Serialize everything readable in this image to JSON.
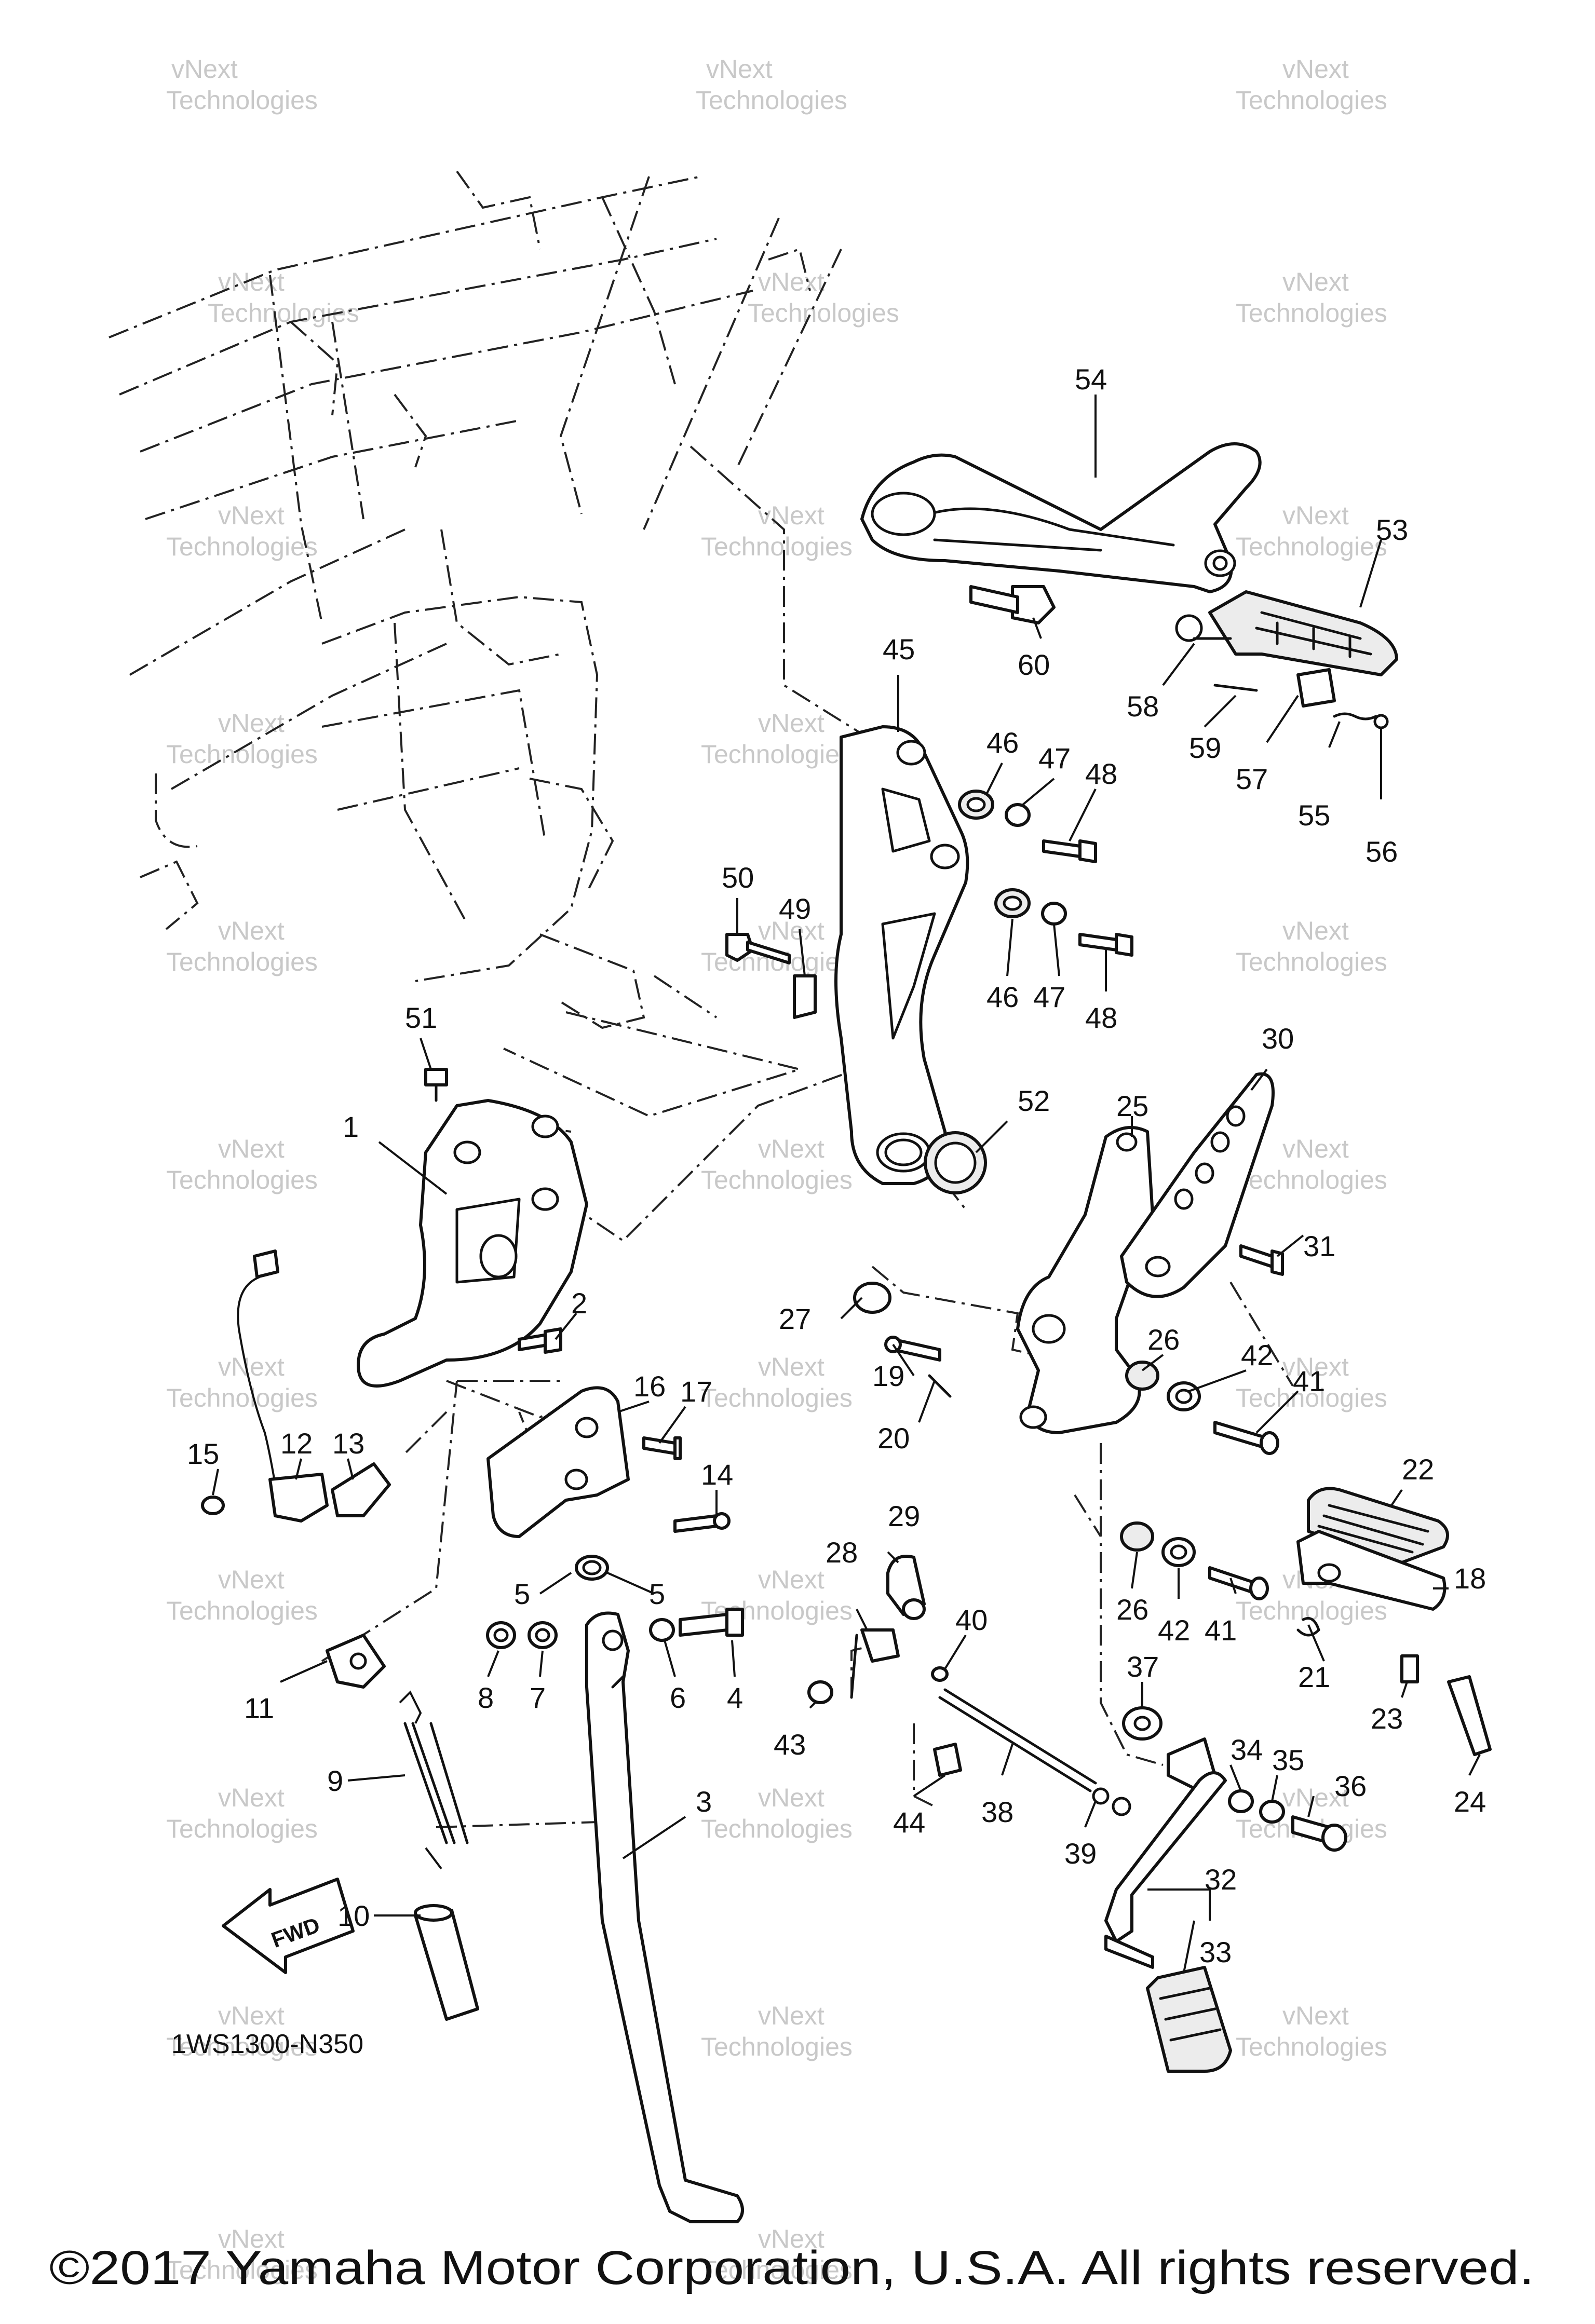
{
  "diagram_code": "1WS1300-N350",
  "fwd_label": "FWD",
  "copyright": "©2017 Yamaha Motor Corporation, U.S.A. All rights reserved.",
  "watermark": {
    "line1": "vNext",
    "line2": "Technologies"
  },
  "callouts": [
    {
      "id": "c1",
      "text": "1"
    },
    {
      "id": "c2",
      "text": "2"
    },
    {
      "id": "c3",
      "text": "3"
    },
    {
      "id": "c4",
      "text": "4"
    },
    {
      "id": "c5a",
      "text": "5"
    },
    {
      "id": "c5b",
      "text": "5"
    },
    {
      "id": "c6",
      "text": "6"
    },
    {
      "id": "c7",
      "text": "7"
    },
    {
      "id": "c8",
      "text": "8"
    },
    {
      "id": "c9",
      "text": "9"
    },
    {
      "id": "c10",
      "text": "10"
    },
    {
      "id": "c11",
      "text": "11"
    },
    {
      "id": "c12",
      "text": "12"
    },
    {
      "id": "c13",
      "text": "13"
    },
    {
      "id": "c14",
      "text": "14"
    },
    {
      "id": "c15",
      "text": "15"
    },
    {
      "id": "c16",
      "text": "16"
    },
    {
      "id": "c17",
      "text": "17"
    },
    {
      "id": "c18",
      "text": "18"
    },
    {
      "id": "c19",
      "text": "19"
    },
    {
      "id": "c20",
      "text": "20"
    },
    {
      "id": "c21",
      "text": "21"
    },
    {
      "id": "c22",
      "text": "22"
    },
    {
      "id": "c23",
      "text": "23"
    },
    {
      "id": "c24",
      "text": "24"
    },
    {
      "id": "c25",
      "text": "25"
    },
    {
      "id": "c26a",
      "text": "26"
    },
    {
      "id": "c26b",
      "text": "26"
    },
    {
      "id": "c27",
      "text": "27"
    },
    {
      "id": "c28",
      "text": "28"
    },
    {
      "id": "c29",
      "text": "29"
    },
    {
      "id": "c30",
      "text": "30"
    },
    {
      "id": "c31",
      "text": "31"
    },
    {
      "id": "c32",
      "text": "32"
    },
    {
      "id": "c33",
      "text": "33"
    },
    {
      "id": "c34",
      "text": "34"
    },
    {
      "id": "c35",
      "text": "35"
    },
    {
      "id": "c36",
      "text": "36"
    },
    {
      "id": "c37",
      "text": "37"
    },
    {
      "id": "c38",
      "text": "38"
    },
    {
      "id": "c39",
      "text": "39"
    },
    {
      "id": "c40",
      "text": "40"
    },
    {
      "id": "c41a",
      "text": "41"
    },
    {
      "id": "c41b",
      "text": "41"
    },
    {
      "id": "c42a",
      "text": "42"
    },
    {
      "id": "c42b",
      "text": "42"
    },
    {
      "id": "c43",
      "text": "43"
    },
    {
      "id": "c44",
      "text": "44"
    },
    {
      "id": "c45",
      "text": "45"
    },
    {
      "id": "c46a",
      "text": "46"
    },
    {
      "id": "c46b",
      "text": "46"
    },
    {
      "id": "c47a",
      "text": "47"
    },
    {
      "id": "c47b",
      "text": "47"
    },
    {
      "id": "c48a",
      "text": "48"
    },
    {
      "id": "c48b",
      "text": "48"
    },
    {
      "id": "c49",
      "text": "49"
    },
    {
      "id": "c50",
      "text": "50"
    },
    {
      "id": "c51",
      "text": "51"
    },
    {
      "id": "c52",
      "text": "52"
    },
    {
      "id": "c53",
      "text": "53"
    },
    {
      "id": "c54",
      "text": "54"
    },
    {
      "id": "c55",
      "text": "55"
    },
    {
      "id": "c56",
      "text": "56"
    },
    {
      "id": "c57",
      "text": "57"
    },
    {
      "id": "c58",
      "text": "58"
    },
    {
      "id": "c59",
      "text": "59"
    },
    {
      "id": "c60",
      "text": "60"
    }
  ]
}
